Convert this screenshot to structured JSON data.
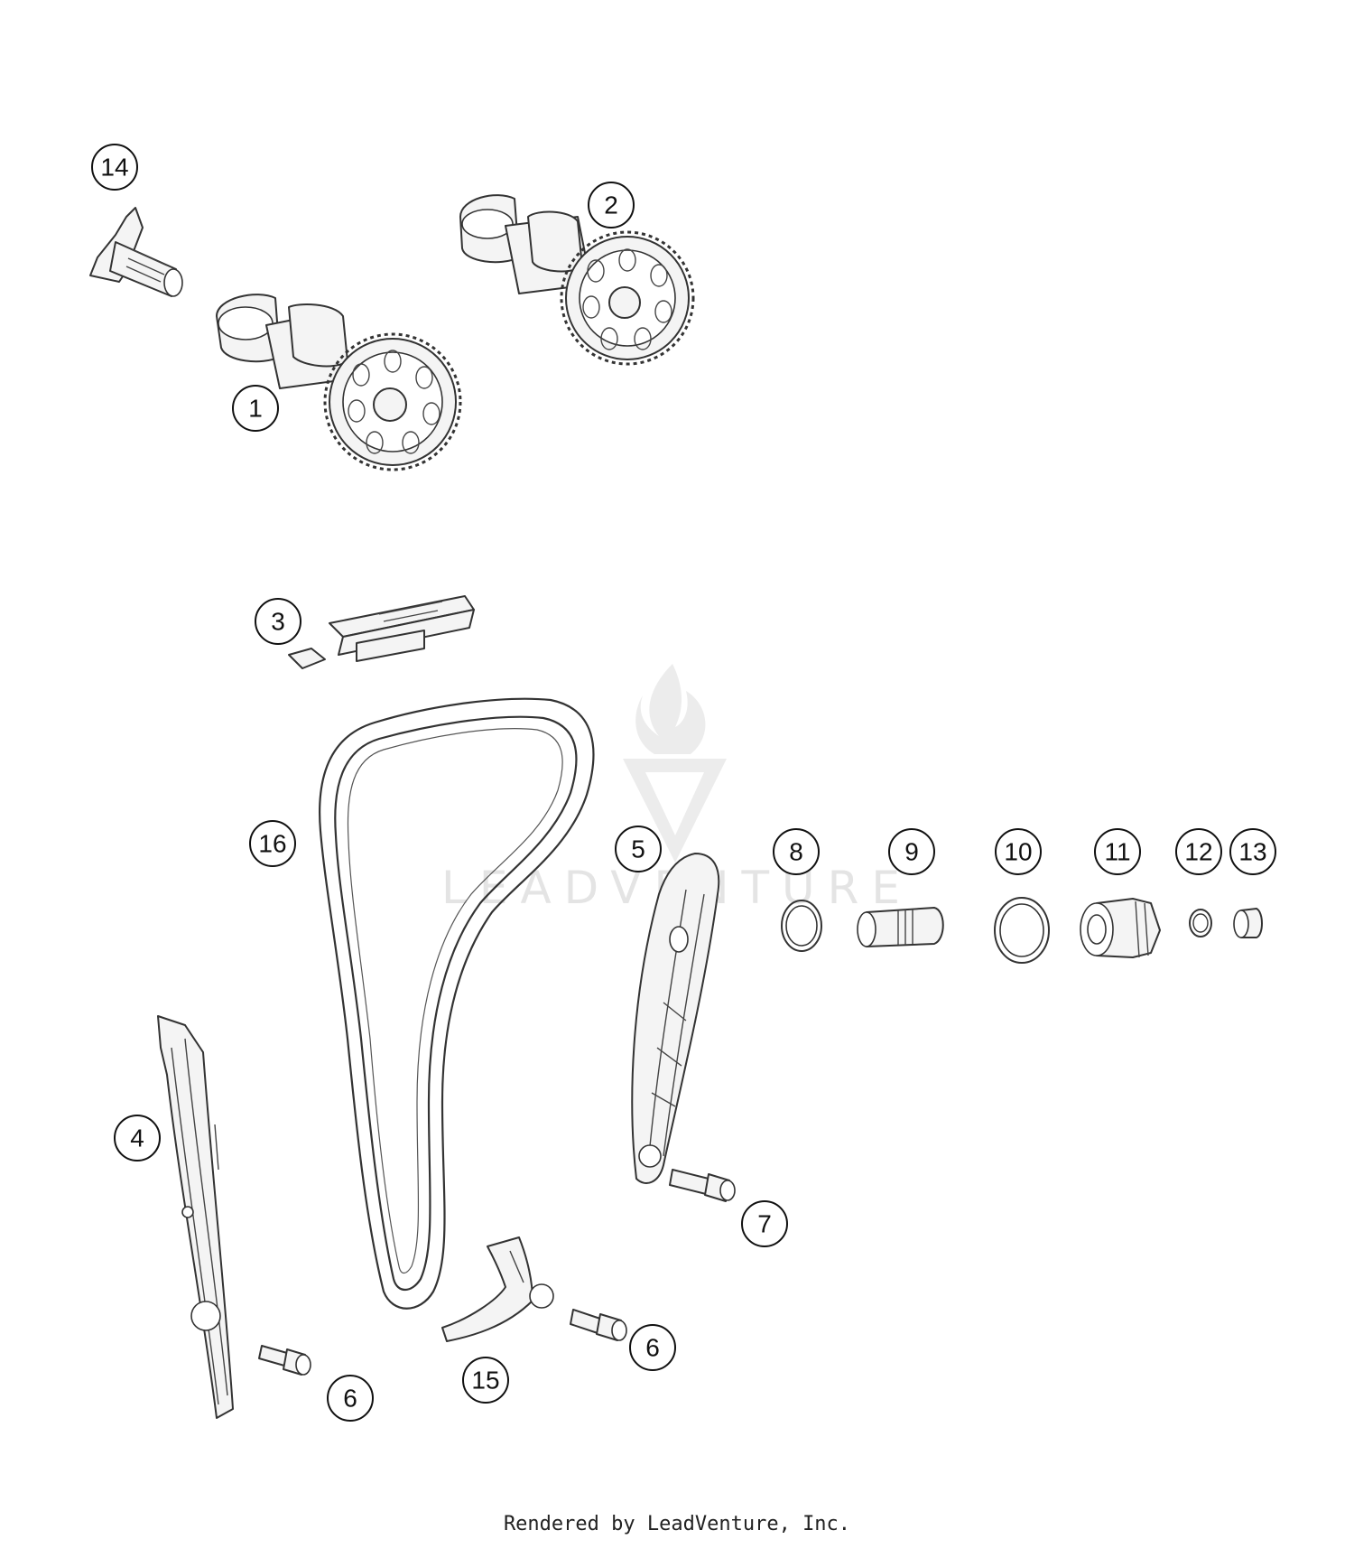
{
  "watermark": {
    "text": "LEADVENTURE"
  },
  "callouts": [
    {
      "id": "1",
      "label": "1"
    },
    {
      "id": "2",
      "label": "2"
    },
    {
      "id": "3",
      "label": "3"
    },
    {
      "id": "4",
      "label": "4"
    },
    {
      "id": "5",
      "label": "5"
    },
    {
      "id": "6a",
      "label": "6"
    },
    {
      "id": "6b",
      "label": "6"
    },
    {
      "id": "7",
      "label": "7"
    },
    {
      "id": "8",
      "label": "8"
    },
    {
      "id": "9",
      "label": "9"
    },
    {
      "id": "10",
      "label": "10"
    },
    {
      "id": "11",
      "label": "11"
    },
    {
      "id": "12",
      "label": "12"
    },
    {
      "id": "13",
      "label": "13"
    },
    {
      "id": "14",
      "label": "14"
    },
    {
      "id": "15",
      "label": "15"
    },
    {
      "id": "16",
      "label": "16"
    }
  ],
  "footer": {
    "text": "Rendered by LeadVenture, Inc."
  }
}
